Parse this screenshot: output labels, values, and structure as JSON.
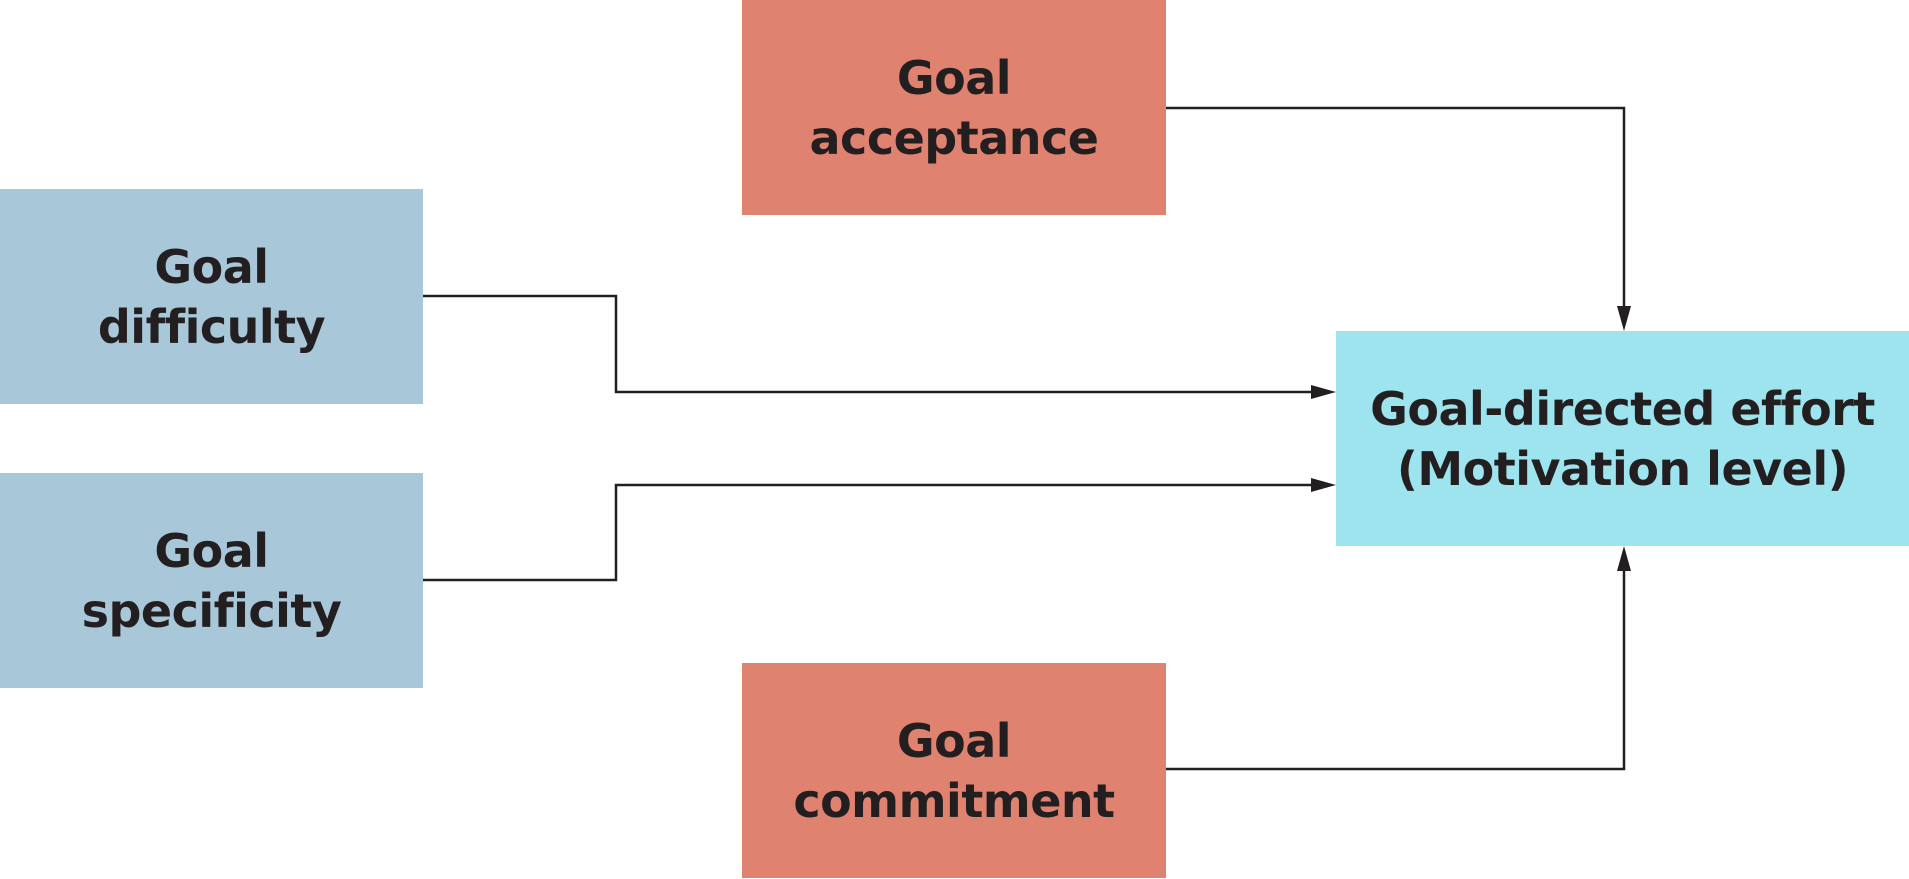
{
  "diagram": {
    "nodes": {
      "goal_acceptance": {
        "line1": "Goal",
        "line2": "acceptance"
      },
      "goal_difficulty": {
        "line1": "Goal",
        "line2": "difficulty"
      },
      "goal_specificity": {
        "line1": "Goal",
        "line2": "specificity"
      },
      "goal_commitment": {
        "line1": "Goal",
        "line2": "commitment"
      },
      "goal_directed_effort": {
        "line1": "Goal-directed effort",
        "line2": "(Motivation level)"
      }
    },
    "edges": [
      {
        "from": "goal_acceptance",
        "to": "goal_directed_effort"
      },
      {
        "from": "goal_difficulty",
        "to": "goal_directed_effort"
      },
      {
        "from": "goal_specificity",
        "to": "goal_directed_effort"
      },
      {
        "from": "goal_commitment",
        "to": "goal_directed_effort"
      }
    ],
    "colors": {
      "attribute_box": "#a8c8da",
      "moderator_box": "#e08270",
      "outcome_box": "#9de4ef",
      "connector": "#231f20"
    }
  }
}
